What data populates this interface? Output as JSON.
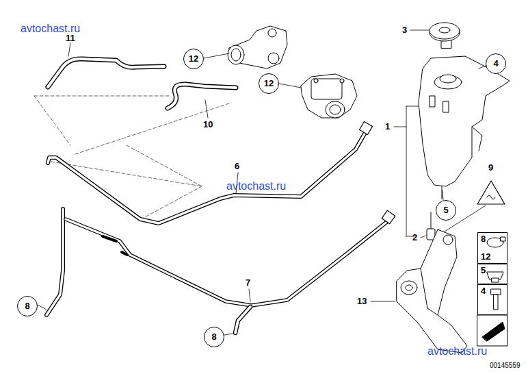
{
  "diagram": {
    "nodes": [
      {
        "text": [
          "4"
        ]
      },
      {
        "text": [
          "12"
        ]
      },
      {
        "text": [
          "12"
        ]
      },
      {
        "text": [
          "5"
        ]
      },
      {
        "text": [
          "8",
          "12"
        ]
      },
      {
        "text": [
          "5"
        ]
      },
      {
        "text": [
          "4"
        ]
      },
      {
        "text": [
          "8"
        ]
      },
      {
        "text": [
          "8"
        ]
      }
    ],
    "labels": [
      "avtochast.ru",
      "11",
      "3",
      "1",
      "10",
      "6",
      "avtochast.ru",
      "9",
      "2",
      "7",
      "13",
      "avtochast.ru",
      "00145559"
    ]
  }
}
